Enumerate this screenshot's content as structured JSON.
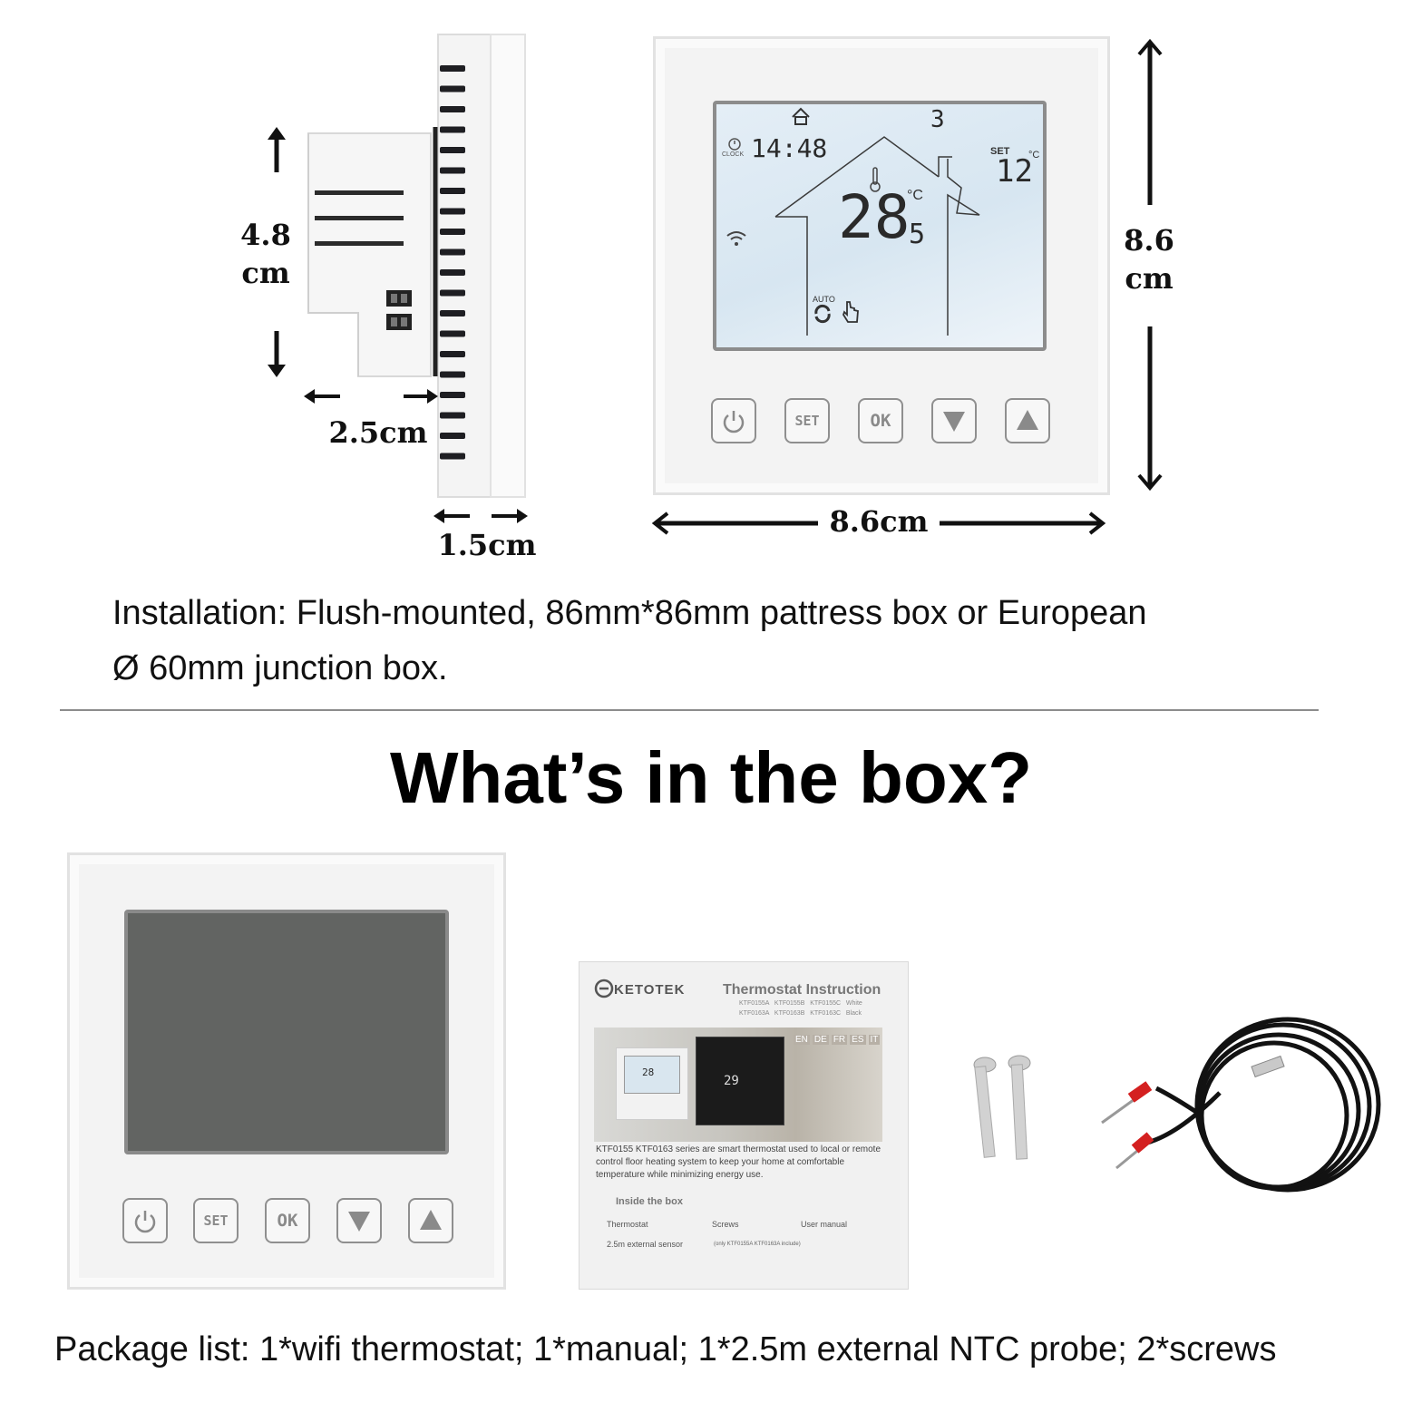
{
  "dimensions": {
    "side_height": "4.8\ncm",
    "side_height_line1": "4.8",
    "side_height_line2": "cm",
    "side_depth": "2.5cm",
    "side_thickness": "1.5cm",
    "front_height_line1": "8.6",
    "front_height_line2": "cm",
    "front_width": "8.6cm"
  },
  "front_display": {
    "clock": "14:48",
    "clock_label": "CLOCK",
    "day": "3",
    "set_label": "SET",
    "set_value": "12",
    "set_unit": "°C",
    "room_temp": "28",
    "room_temp_decimal": "5",
    "room_unit": "°C",
    "auto_label": "AUTO"
  },
  "buttons": {
    "power_icon": "power-icon",
    "set_label": "SET",
    "ok_label": "OK",
    "down_icon": "triangle-down-icon",
    "up_icon": "triangle-up-icon"
  },
  "installation_text_line1": "Installation: Flush-mounted, 86mm*86mm pattress box or European",
  "installation_text_line2": "Ø 60mm junction box.",
  "headline": "What’s in the box?",
  "manual": {
    "brand": "KETOTEK",
    "title": "Thermostat Instruction",
    "models_row1": "KTF0155A   KTF0155B   KTF0155C   White",
    "models_row2": "KTF0163A   KTF0163B   KTF0163C   Black",
    "languages": [
      "EN",
      "DE",
      "FR",
      "ES",
      "IT"
    ],
    "mini_temp_left": "28",
    "mini_temp_right": "29",
    "description": "KTF0155 KTF0163 series are smart thermostat used to local or remote control floor heating system to keep your home at comfortable temperature while minimizing energy use.",
    "inside_title": "Inside the box",
    "item_thermostat": "Thermostat",
    "item_screws": "Screws",
    "item_manual": "User manual",
    "item_sensor": "2.5m external sensor",
    "item_sensor_note": "(only KTF0155A KTF0163A include)"
  },
  "package_text": "Package list: 1*wifi thermostat; 1*manual; 1*2.5m external NTC probe; 2*screws",
  "colors": {
    "lcd_blue": "#d7e6f1",
    "lcd_dark": "#626462",
    "frame": "#f3f3f3",
    "probe_tip": "#d42020",
    "cable": "#111111"
  }
}
